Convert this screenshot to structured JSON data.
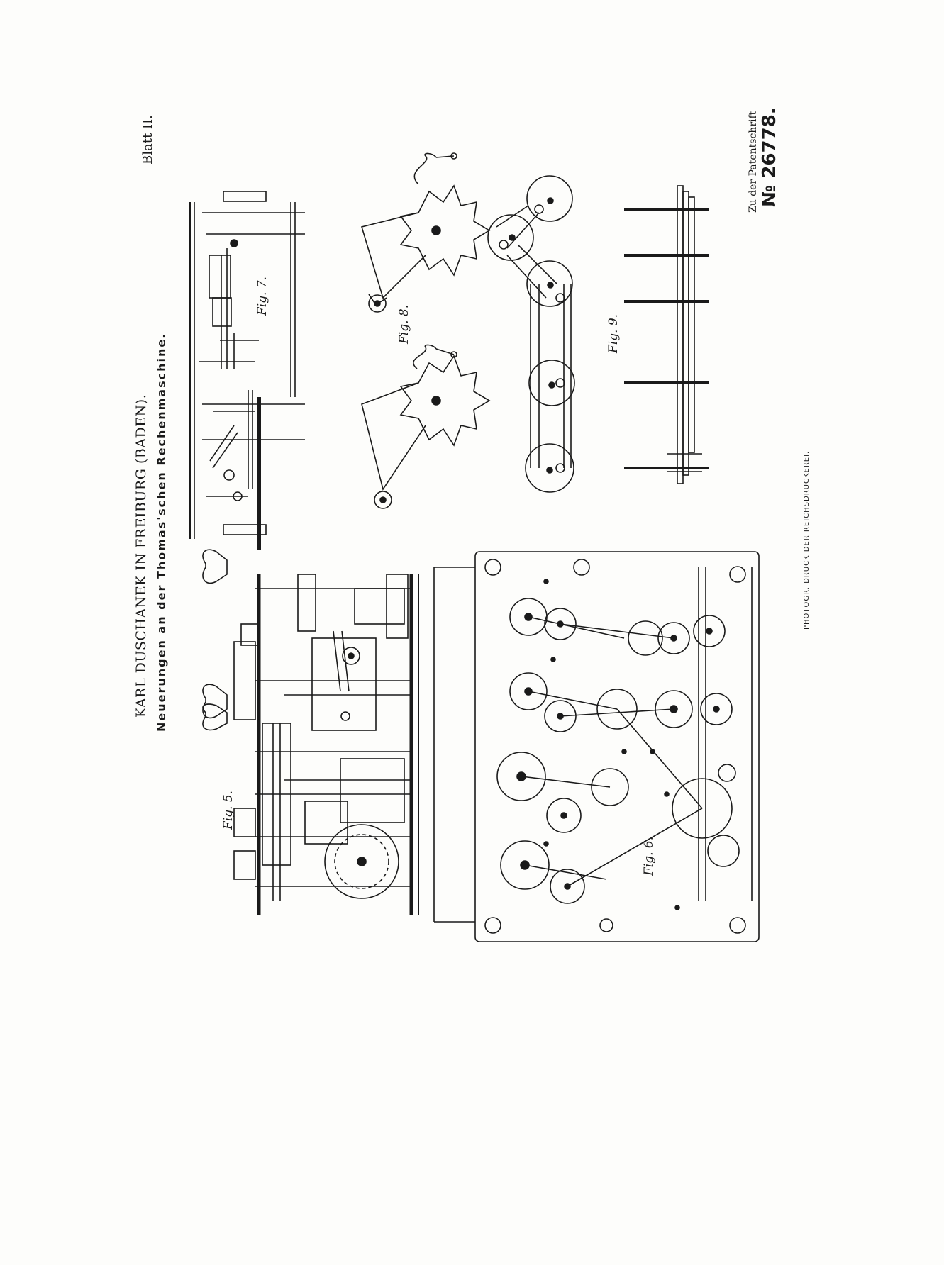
{
  "sheet": {
    "blatt": "Blatt II.",
    "author": "KARL DUSCHANEK IN FREIBURG (BADEN).",
    "title": "Neuerungen an der Thomas'schen Rechenmaschine.",
    "patent_ref": "Zu der Patentschrift",
    "patent_number": "№ 26778.",
    "printer": "PHOTOGR. DRUCK DER REICHSDRUCKEREI."
  },
  "figures": {
    "fig5": "Fig. 5.",
    "fig6": "Fig. 6.",
    "fig7": "Fig. 7.",
    "fig8": "Fig. 8.",
    "fig9": "Fig. 9."
  },
  "colors": {
    "ink": "#1a1a1a",
    "paper": "#fdfdfb"
  }
}
